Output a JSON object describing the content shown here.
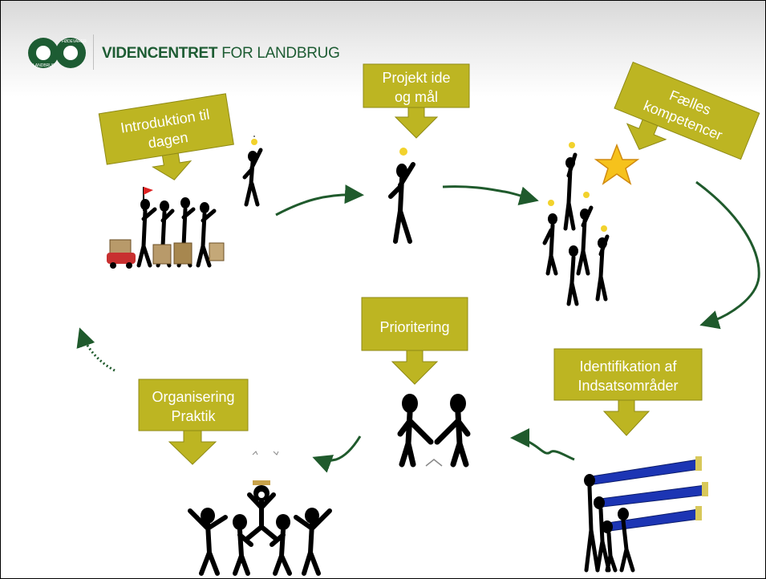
{
  "header": {
    "org_name_bold": "VIDENCENTRET",
    "org_name_rest": "FOR LANDBRUG",
    "logo_text_left": "LANDBRUG",
    "logo_text_right": "FØDEVARER"
  },
  "steps": {
    "intro": {
      "label": [
        "Introduktion til",
        "dagen"
      ]
    },
    "project": {
      "label": [
        "Projekt ide",
        "og mål"
      ]
    },
    "competencies": {
      "label": [
        "Fælles",
        "kompetencer"
      ]
    },
    "identification": {
      "label": [
        "Identifikation af",
        "Indsatsområder"
      ]
    },
    "prioritization": {
      "label": [
        "Prioritering"
      ]
    },
    "organization": {
      "label": [
        "Organisering",
        "Praktik"
      ]
    }
  },
  "colors": {
    "callout_fill": "#bdb522",
    "callout_stroke": "#8f8a15",
    "arrow": "#1f5a2c",
    "logo_green": "#1d5c33",
    "star": "#f6c21c"
  }
}
